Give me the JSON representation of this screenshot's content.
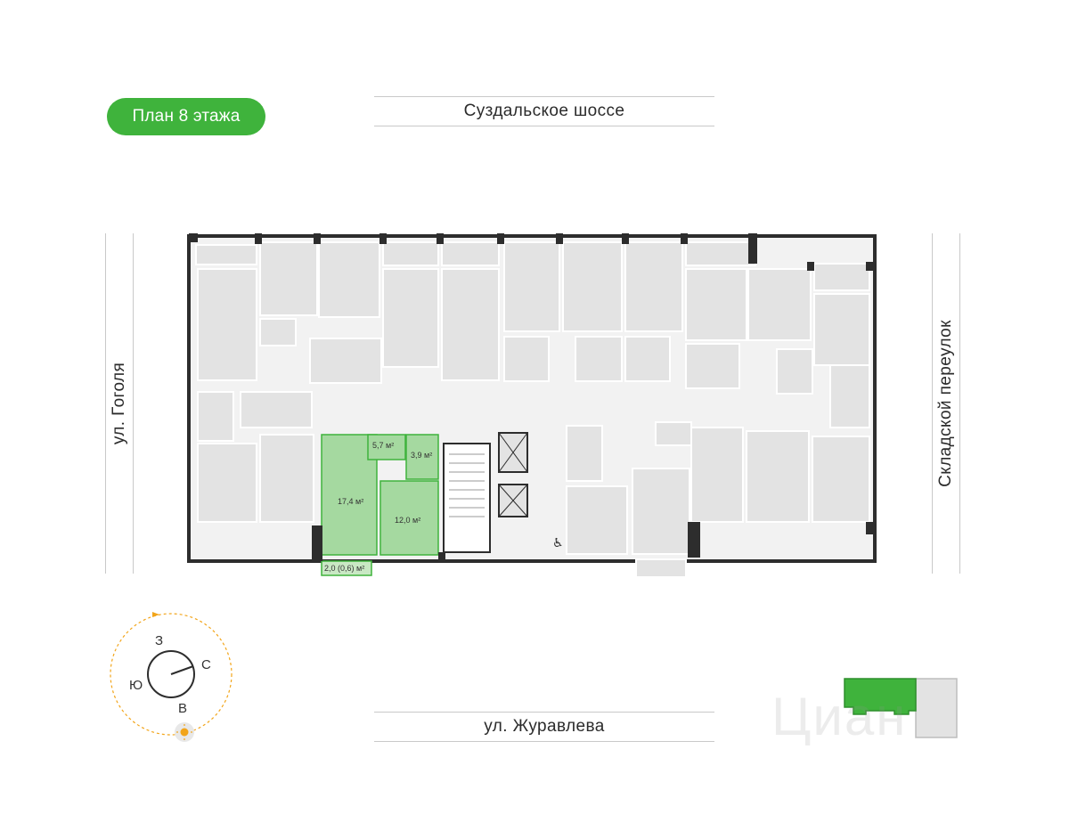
{
  "plan_title": "План 8 этажа",
  "streets": {
    "top": "Суздальское шоссе",
    "bottom": "ул. Журавлева",
    "left": "ул. Гоголя",
    "right": "Складской переулок"
  },
  "apartment": {
    "highlight_color": "#3fb33c",
    "fill_color": "#a5d9a0",
    "rooms": {
      "living": "17,4 м²",
      "hall": "5,7 м²",
      "bath": "3,9 м²",
      "kitchen": "12,0 м²",
      "balcony": "2,0 (0,6) м²"
    }
  },
  "compass": {
    "north_label": "С",
    "south_label": "Ю",
    "west_label": "З",
    "east_label": "В",
    "sun_color": "#f2a51a"
  },
  "watermark": "Циан",
  "colors": {
    "wall": "#2d2d2d",
    "room": "#e3e3e3",
    "corridor": "#f2f2f2"
  }
}
